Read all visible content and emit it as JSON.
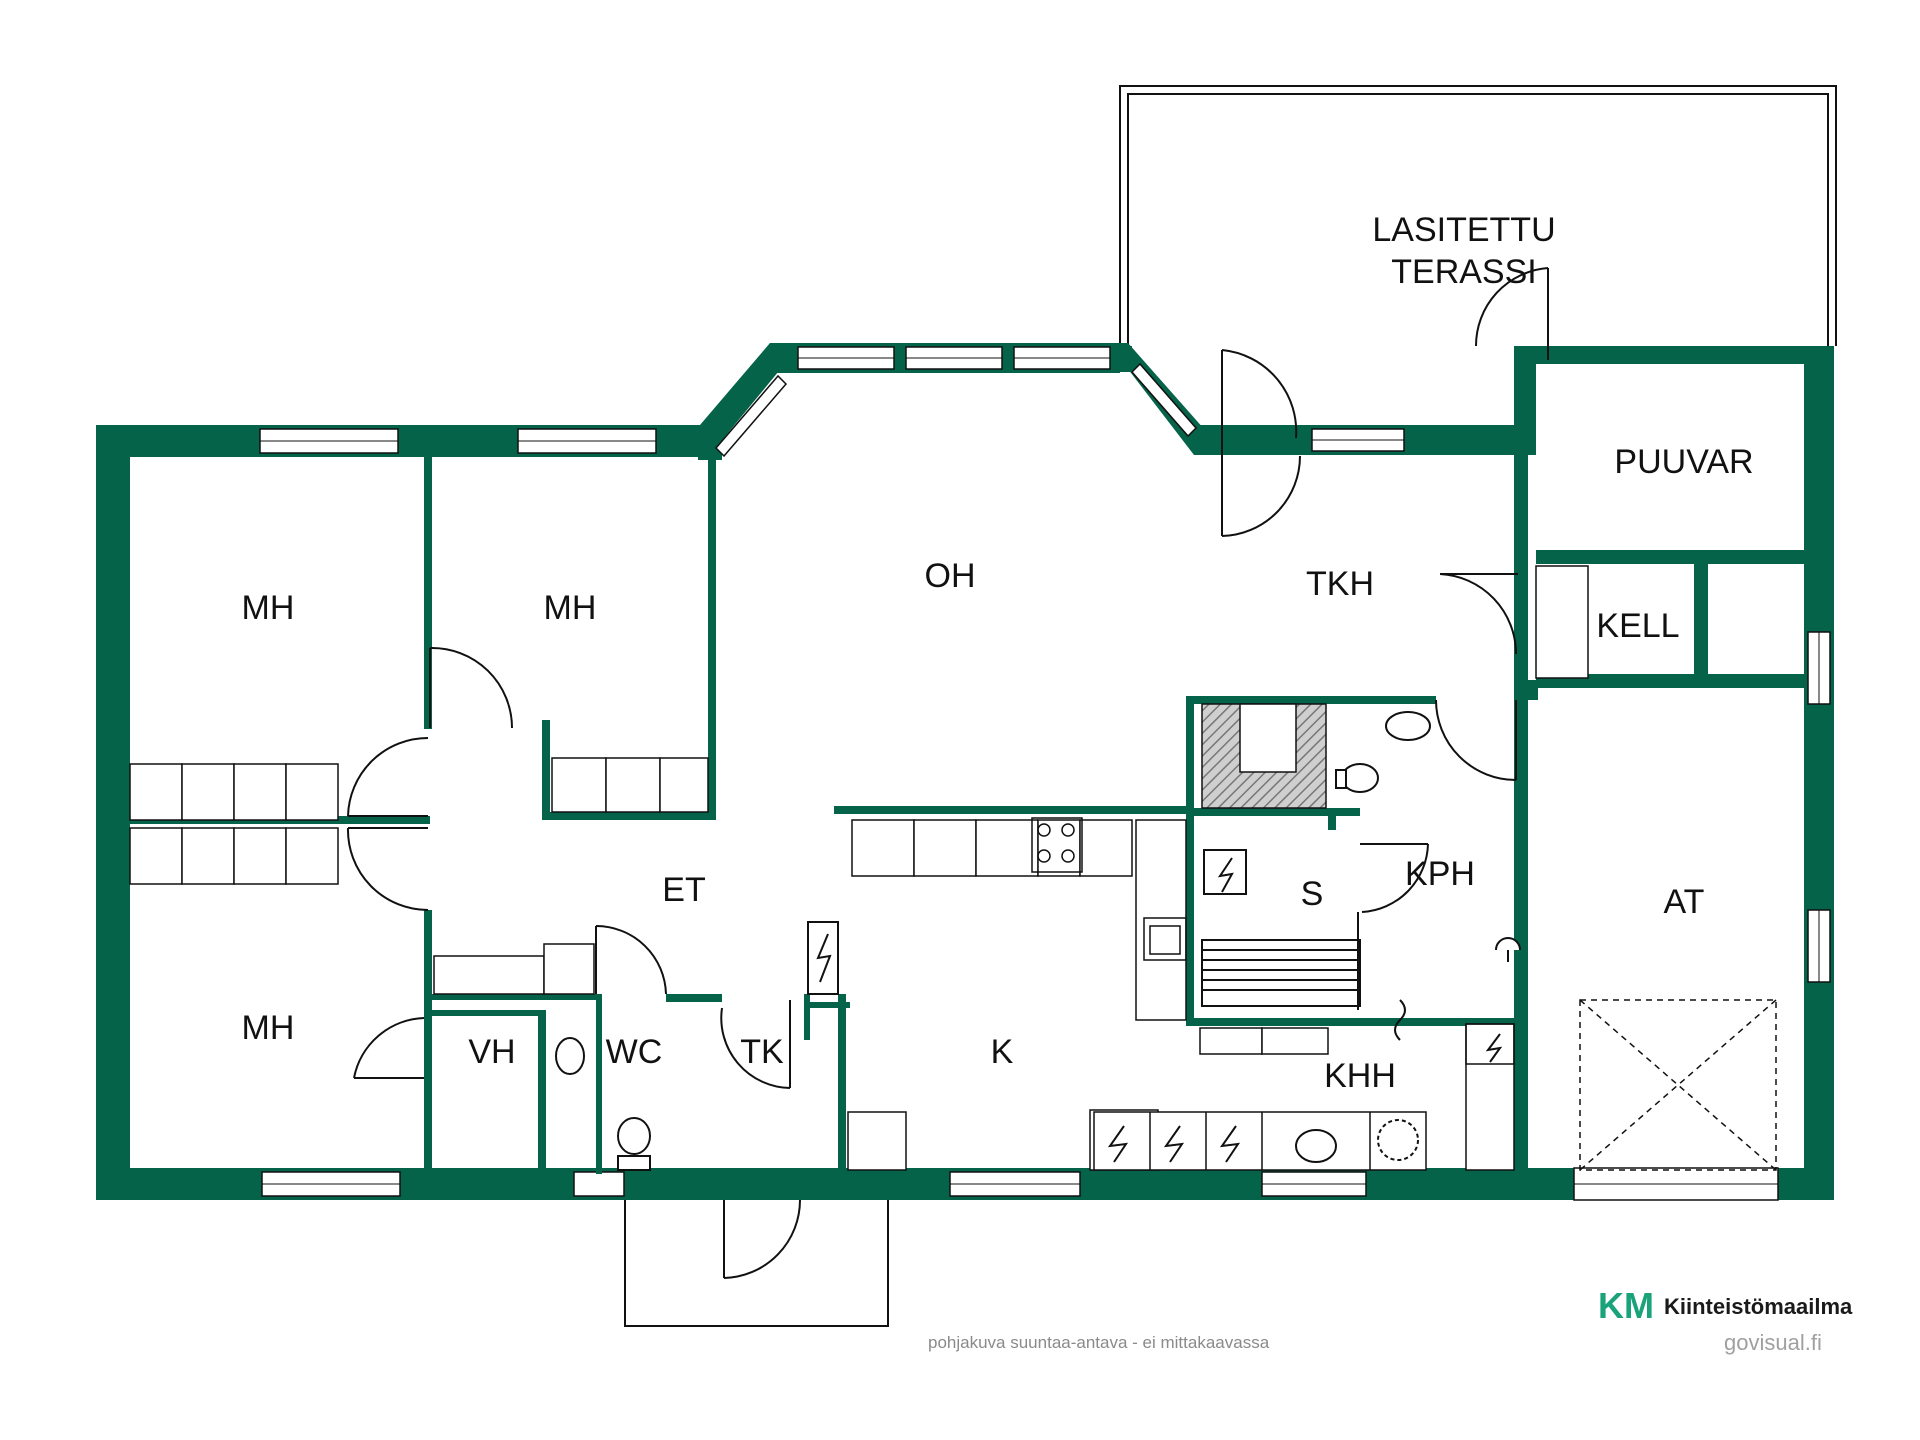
{
  "rooms": {
    "lasitettu_1": "LASITETTU",
    "lasitettu_2": "TERASSI",
    "puuvar": "PUUVAR",
    "oh": "OH",
    "tkh": "TKH",
    "kell": "KELL",
    "mh_1": "MH",
    "mh_2": "MH",
    "mh_3": "MH",
    "et": "ET",
    "s": "S",
    "kph": "KPH",
    "at": "AT",
    "vh": "VH",
    "wc": "WC",
    "tk": "TK",
    "k": "K",
    "khh": "KHH"
  },
  "footer": {
    "disclaimer": "pohjakuva suuntaa-antava - ei mittakaavassa",
    "logo_mark": "KM",
    "logo_text": "Kiinteistömaailma",
    "credit": "govisual.fi"
  },
  "colors": {
    "wall": "#05634a",
    "line": "#111111",
    "logo_green": "#1aa37a"
  }
}
